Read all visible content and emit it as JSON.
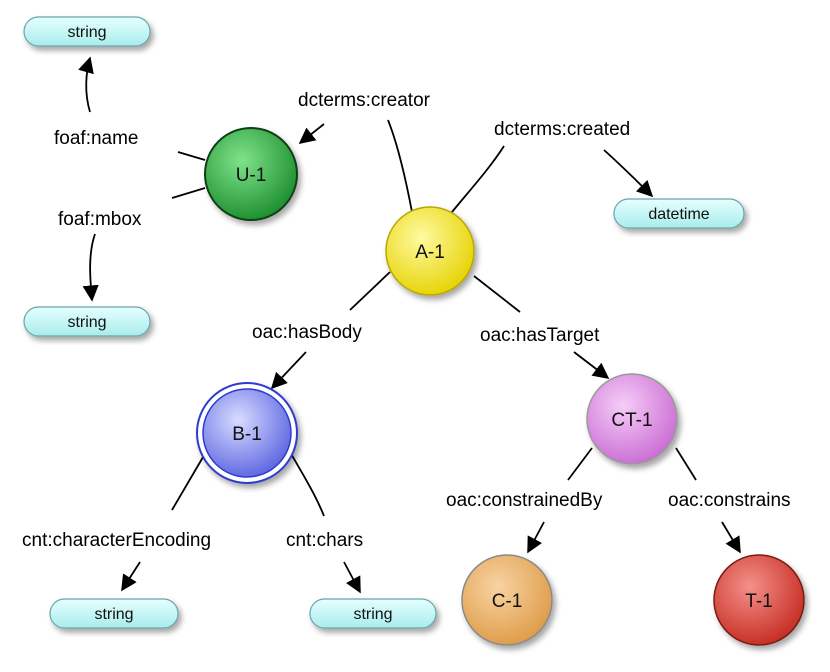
{
  "nodes": {
    "u1": {
      "label": "U-1",
      "color": "#27a23a"
    },
    "a1": {
      "label": "A-1",
      "color": "#f2e21c"
    },
    "b1": {
      "label": "B-1",
      "color": "#6f78e8"
    },
    "ct1": {
      "label": "CT-1",
      "color": "#d87ee0"
    },
    "c1": {
      "label": "C-1",
      "color": "#e6a85c"
    },
    "t1": {
      "label": "T-1",
      "color": "#d43a2f"
    }
  },
  "literals": {
    "name_string": "string",
    "mbox_string": "string",
    "created_datetime": "datetime",
    "encoding_string": "string",
    "chars_string": "string"
  },
  "edges": {
    "foaf_name": "foaf:name",
    "foaf_mbox": "foaf:mbox",
    "dcterms_creator": "dcterms:creator",
    "dcterms_created": "dcterms:created",
    "oac_hasBody": "oac:hasBody",
    "oac_hasTarget": "oac:hasTarget",
    "cnt_characterEncoding": "cnt:characterEncoding",
    "cnt_chars": "cnt:chars",
    "oac_constrainedBy": "oac:constrainedBy",
    "oac_constrains": "oac:constrains"
  },
  "colors": {
    "literal_fill": "#bff3f3",
    "literal_stroke": "#6aa4a8"
  }
}
